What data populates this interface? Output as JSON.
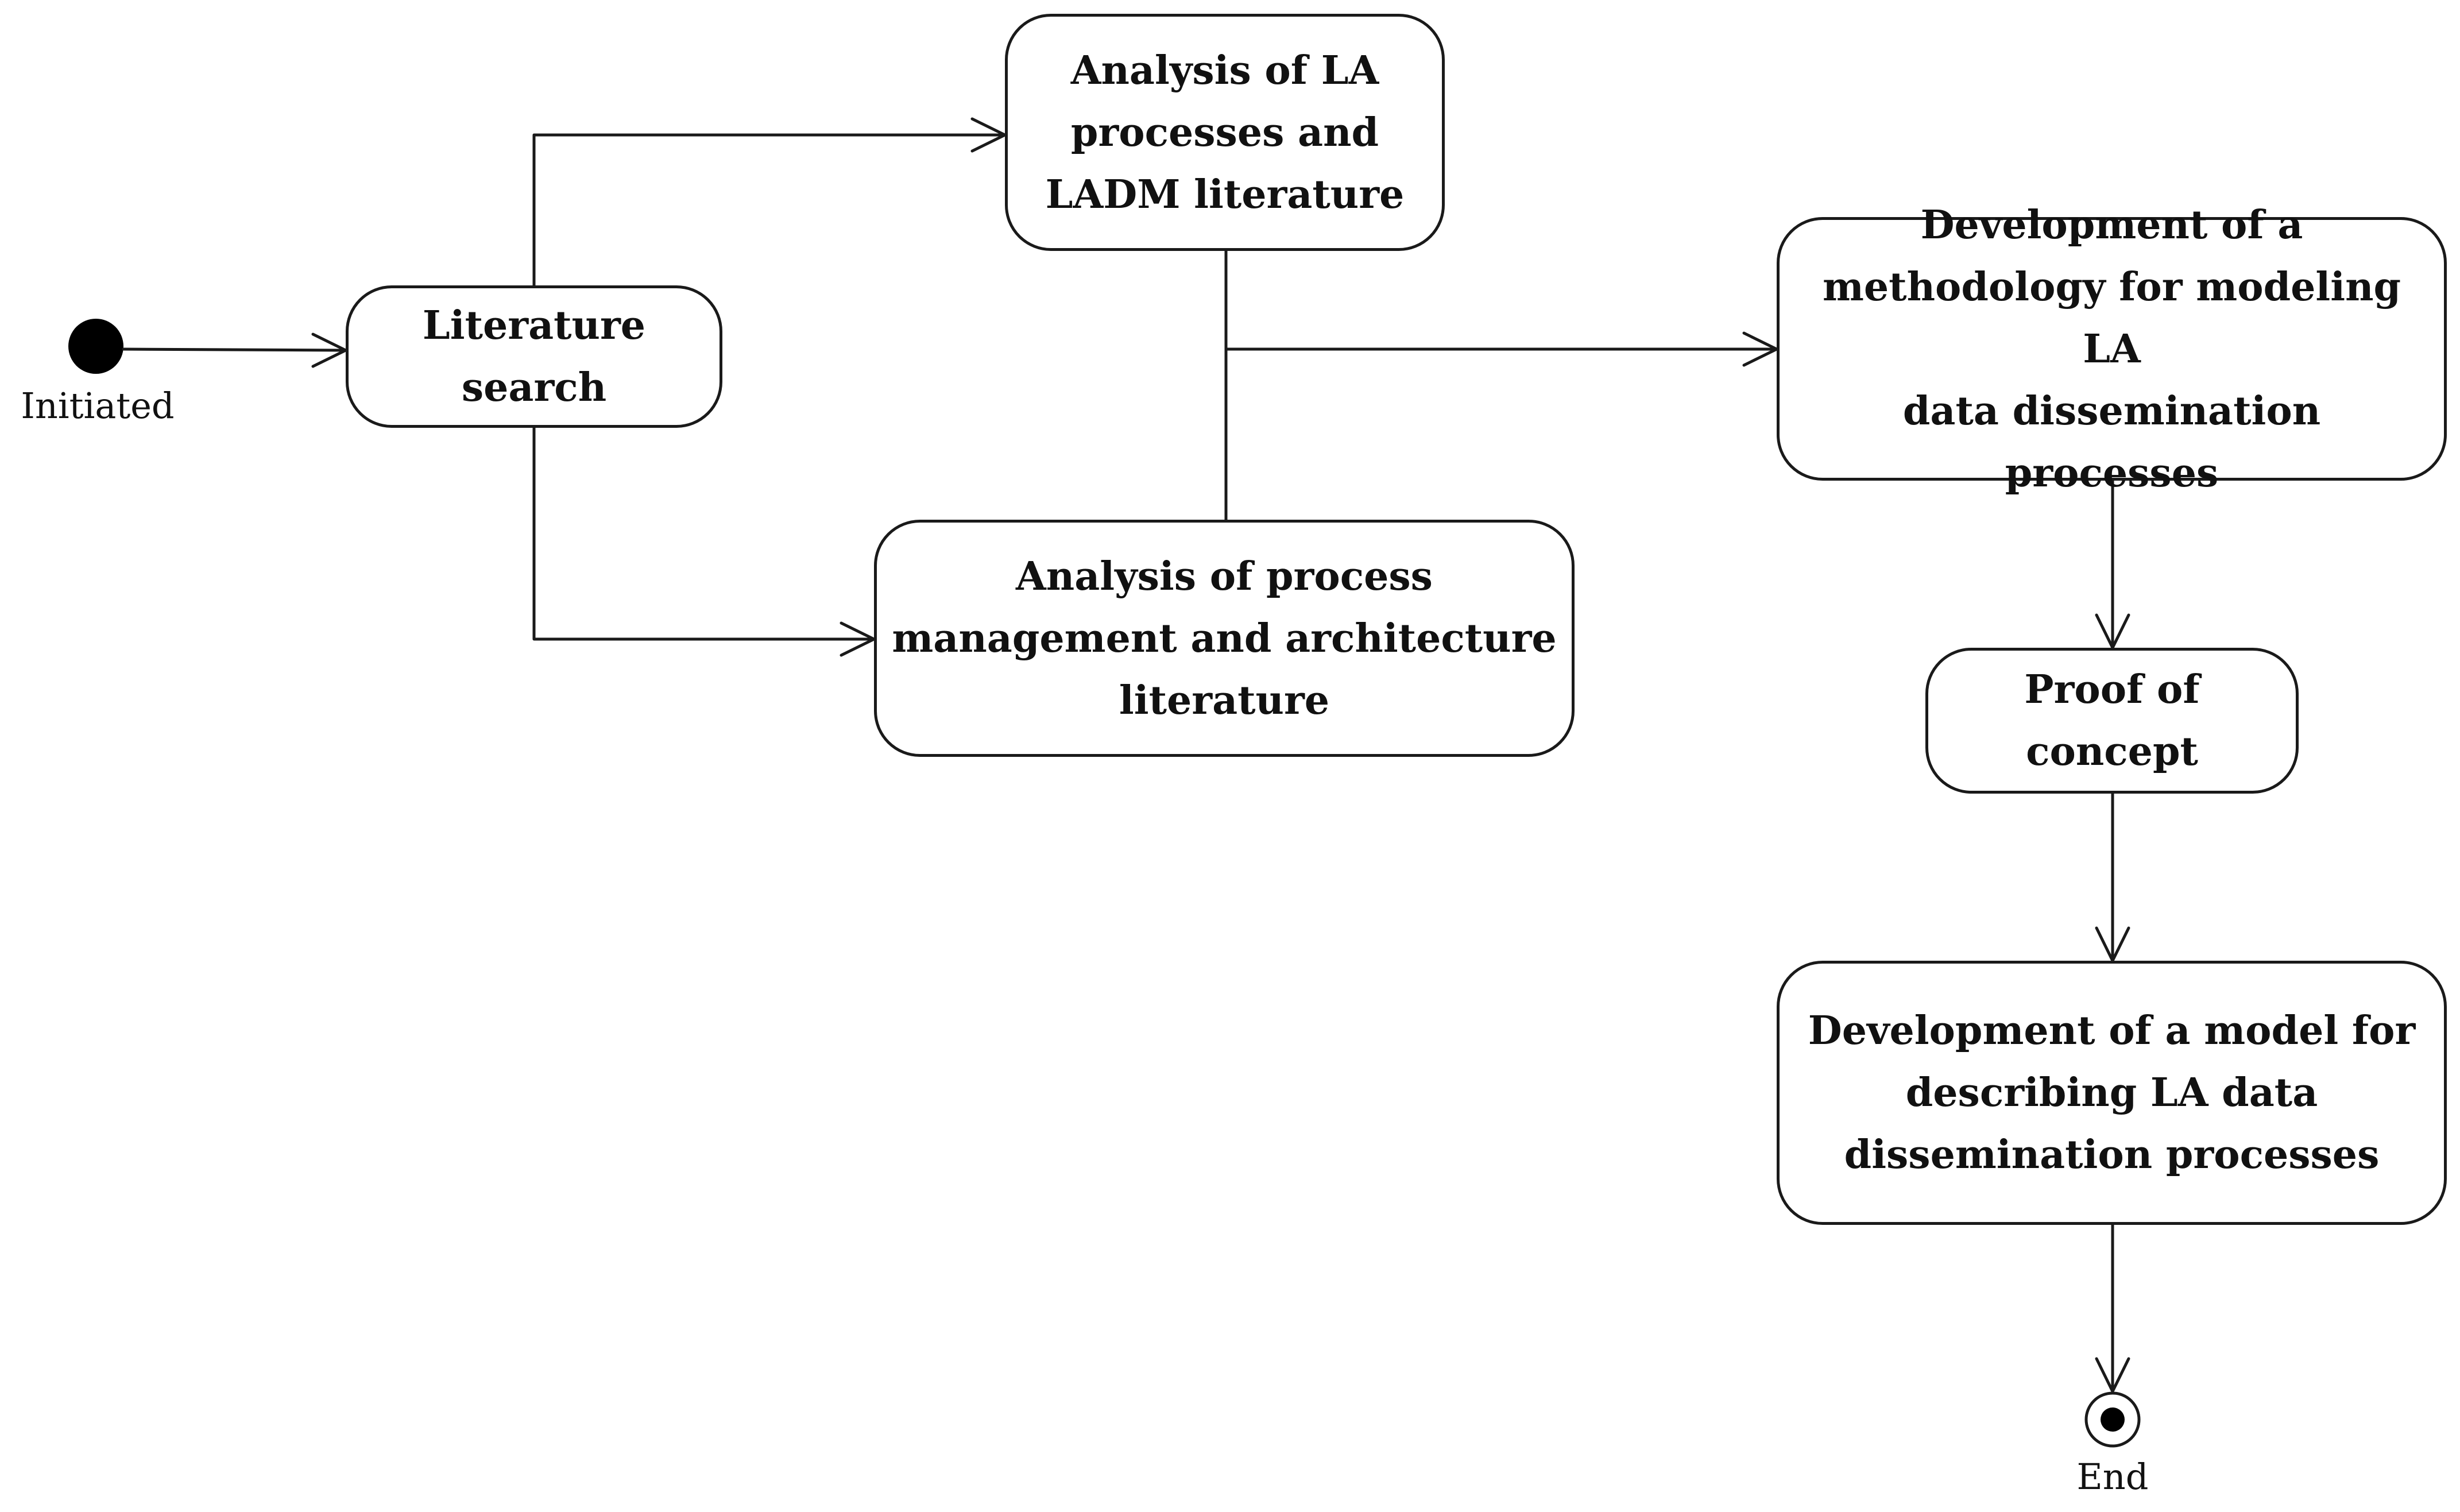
{
  "diagram": {
    "initial": {
      "label": "Initiated"
    },
    "final": {
      "label": "End"
    },
    "nodes": {
      "literature_search": "Literature\nsearch",
      "la_processes": "Analysis of LA\nprocesses and\nLADM literature",
      "process_management": "Analysis of process\nmanagement and architecture\nliterature",
      "methodology": "Development of a\nmethodology for modeling LA\ndata dissemination processes",
      "proof_of_concept": "Proof of concept",
      "model": "Development of a model for\ndescribing LA data\ndissemination processes"
    },
    "colors": {
      "stroke": "#1a1a1a",
      "fill": "#ffffff",
      "text": "#111111"
    }
  }
}
